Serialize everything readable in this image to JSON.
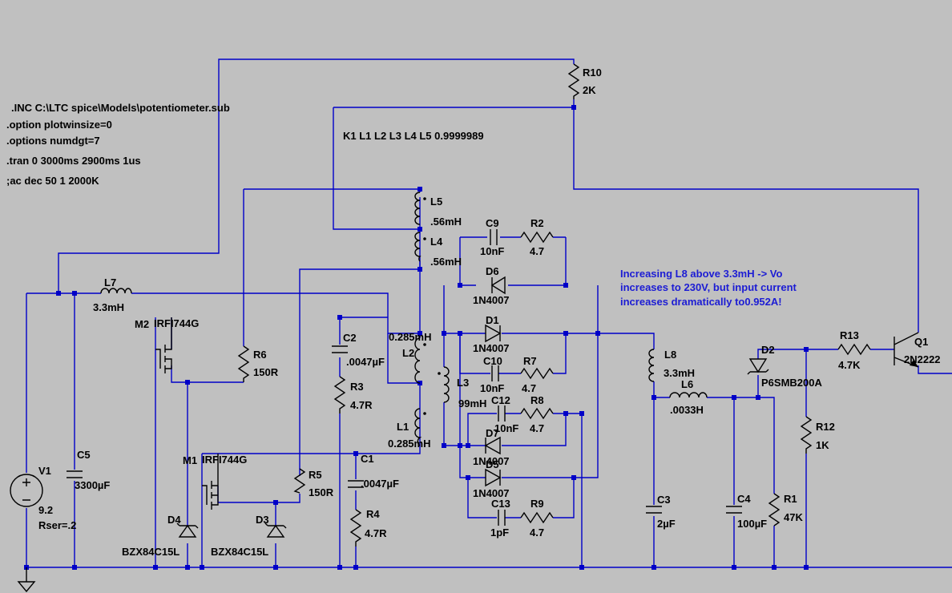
{
  "directives": [
    ".INC C:\\LTC spice\\Models\\potentiometer.sub",
    ".option plotwinsize=0",
    ".options numdgt=7",
    ".tran 0 3000ms 2900ms 1us",
    ";ac dec 50 1 2000K"
  ],
  "coupling": "K1 L1 L2 L3 L4 L5 0.9999989",
  "note": [
    "Increasing L8 above 3.3mH -> Vo",
    "increases to 230V, but input current",
    "increases dramatically to0.952A!"
  ],
  "parts": {
    "R10": {
      "name": "R10",
      "value": "2K"
    },
    "L5": {
      "name": "L5",
      "value": ".56mH"
    },
    "L4": {
      "name": "L4",
      "value": ".56mH"
    },
    "C9": {
      "name": "C9",
      "value": "10nF"
    },
    "R2": {
      "name": "R2",
      "value": "4.7"
    },
    "D6": {
      "name": "D6",
      "value": "1N4007"
    },
    "L7": {
      "name": "L7",
      "value": "3.3mH"
    },
    "M2": {
      "name": "M2",
      "value": "IRFI744G"
    },
    "R6": {
      "name": "R6",
      "value": "150R"
    },
    "C2": {
      "name": "C2",
      "value": ".0047µF"
    },
    "R3": {
      "name": "R3",
      "value": "4.7R"
    },
    "L2": {
      "name": "L2",
      "value": "0.285mH"
    },
    "L3": {
      "name": "L3",
      "value": "99mH"
    },
    "D1": {
      "name": "D1",
      "value": "1N4007"
    },
    "C10": {
      "name": "C10",
      "value": "10nF"
    },
    "R7": {
      "name": "R7",
      "value": "4.7"
    },
    "C12": {
      "name": "C12",
      "value": "10nF"
    },
    "R8": {
      "name": "R8",
      "value": "4.7"
    },
    "D7": {
      "name": "D7",
      "value": "1N4007"
    },
    "D5": {
      "name": "D5",
      "value": "1N4007"
    },
    "C13": {
      "name": "C13",
      "value": "1pF"
    },
    "R9": {
      "name": "R9",
      "value": "4.7"
    },
    "L1": {
      "name": "L1",
      "value": "0.285mH"
    },
    "M1": {
      "name": "M1",
      "value": "IRFI744G"
    },
    "C1": {
      "name": "C1",
      "value": ".0047µF"
    },
    "R4": {
      "name": "R4",
      "value": "4.7R"
    },
    "R5": {
      "name": "R5",
      "value": "150R"
    },
    "D3": {
      "name": "D3",
      "value": "BZX84C15L"
    },
    "D4": {
      "name": "D4",
      "value": "BZX84C15L"
    },
    "V1": {
      "name": "V1",
      "value": "9.2",
      "extra": "Rser=.2"
    },
    "C5": {
      "name": "C5",
      "value": "3300µF"
    },
    "L8": {
      "name": "L8",
      "value": "3.3mH"
    },
    "L6": {
      "name": "L6",
      "value": ".0033H"
    },
    "C3": {
      "name": "C3",
      "value": "2µF"
    },
    "C4": {
      "name": "C4",
      "value": "100µF"
    },
    "D2": {
      "name": "D2",
      "value": "P6SMB200A"
    },
    "R1": {
      "name": "R1",
      "value": "47K"
    },
    "R12": {
      "name": "R12",
      "value": "1K"
    },
    "R13": {
      "name": "R13",
      "value": "4.7K"
    },
    "Q1": {
      "name": "Q1",
      "value": "2N2222"
    }
  },
  "colors": {
    "background": "#c0c0c0",
    "wire": "#0000c8",
    "component": "#000000",
    "note": "#1c1cd4"
  }
}
